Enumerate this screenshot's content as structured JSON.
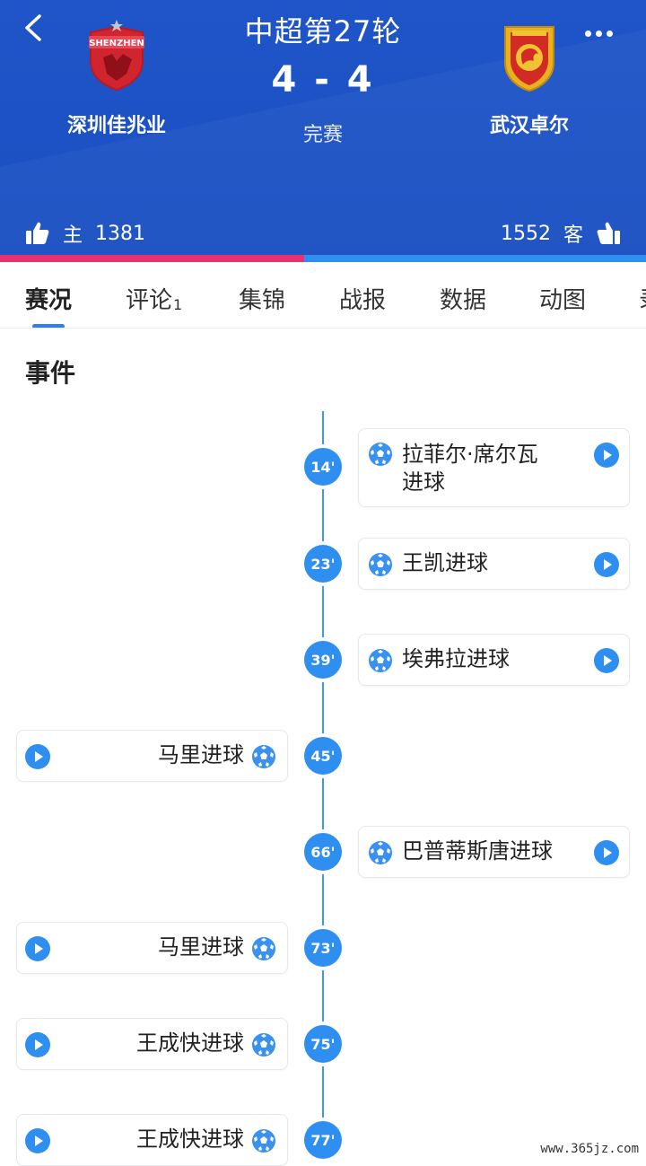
{
  "header": {
    "title": "中超第27轮",
    "score": "4 - 4",
    "status": "完赛",
    "home": {
      "name": "深圳佳兆业",
      "likes_label": "主",
      "likes": "1381"
    },
    "away": {
      "name": "武汉卓尔",
      "likes_label": "客",
      "likes": "1552"
    },
    "home_share": 0.471,
    "colors": {
      "background": "#1f55c8",
      "home_bar": "#e8316e",
      "away_bar": "#2f8ff0"
    }
  },
  "tabs": [
    {
      "label": "赛况",
      "active": true
    },
    {
      "label": "评论",
      "badge": "1"
    },
    {
      "label": "集锦"
    },
    {
      "label": "战报"
    },
    {
      "label": "数据"
    },
    {
      "label": "动图"
    },
    {
      "label": "录"
    }
  ],
  "events_title": "事件",
  "events": [
    {
      "minute": "14'",
      "side": "away",
      "text": "拉菲尔·席尔瓦\n进球",
      "icon": "football-icon"
    },
    {
      "minute": "23'",
      "side": "away",
      "text": "王凯进球",
      "icon": "football-icon"
    },
    {
      "minute": "39'",
      "side": "away",
      "text": "埃弗拉进球",
      "icon": "football-icon"
    },
    {
      "minute": "45'",
      "side": "home",
      "text": "马里进球",
      "icon": "football-icon"
    },
    {
      "minute": "66'",
      "side": "away",
      "text": "巴普蒂斯唐进球",
      "icon": "football-icon"
    },
    {
      "minute": "73'",
      "side": "home",
      "text": "马里进球",
      "icon": "football-icon"
    },
    {
      "minute": "75'",
      "side": "home",
      "text": "王成快进球",
      "icon": "football-icon"
    },
    {
      "minute": "77'",
      "side": "home",
      "text": "王成快进球",
      "icon": "football-icon"
    }
  ],
  "watermark": "www.365jz.com"
}
